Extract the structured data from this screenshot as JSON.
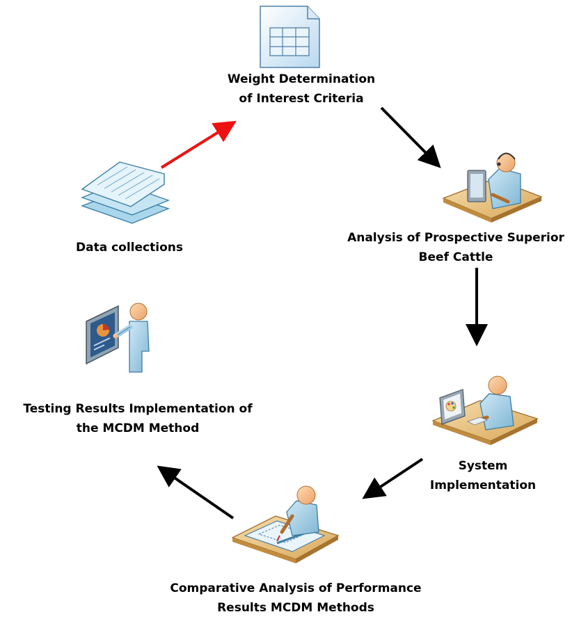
{
  "steps": {
    "weight": {
      "line1": "Weight Determination",
      "line2": "of Interest Criteria",
      "icon": "table-document-icon"
    },
    "analysis": {
      "line1": "Analysis of Prospective Superior",
      "line2": "Beef Cattle",
      "icon": "person-at-computer-icon"
    },
    "system": {
      "line1": "System",
      "line2": "Implementation",
      "icon": "person-at-designer-computer-icon"
    },
    "comparative": {
      "line1": "Comparative Analysis of Performance",
      "line2": "Results MCDM Methods",
      "icon": "person-at-drafting-table-icon"
    },
    "testing": {
      "line1": "Testing Results Implementation of",
      "line2": "the MCDM Method",
      "icon": "presenter-at-board-icon"
    },
    "data": {
      "line1": "Data collections",
      "icon": "stacked-documents-icon"
    }
  },
  "colors": {
    "highlight_arrow": "#ee1111",
    "arrow": "#000000"
  }
}
